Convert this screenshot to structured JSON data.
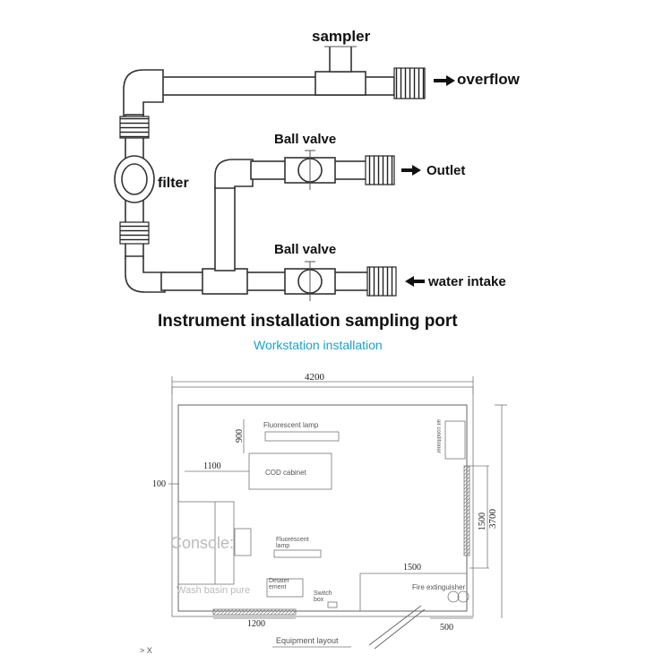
{
  "piping": {
    "labels": {
      "sampler": "sampler",
      "overflow": "overflow",
      "ball_valve_top": "Ball valve",
      "outlet": "Outlet",
      "filter": "filter",
      "ball_valve_bottom": "Ball valve",
      "water_intake": "water intake"
    },
    "caption": "Instrument installation sampling port"
  },
  "section_title": "Workstation installation",
  "floor_plan": {
    "dimensions": {
      "width_total": "4200",
      "height_total": "3700",
      "top_offset": "900",
      "cabinet_offset": "1100",
      "left_offset": "100",
      "right_wall": "1500",
      "lower_right": "1500",
      "bottom_left": "1200",
      "bottom_right": "500"
    },
    "rooms": {
      "fluorescent_lamp_1": "Fluorescent lamp",
      "air_conditioner": "air conditioner",
      "cod_cabinet": "COD cabinet",
      "console": "Console:",
      "fluorescent_lamp_2a": "Fluorescent",
      "fluorescent_lamp_2b": "lamp",
      "wash_basin": "Wash basin pure",
      "water_heater_a": "Detater",
      "water_heater_b": "ement",
      "switch_box_a": "Switch",
      "switch_box_b": "box",
      "fire_extinguisher": "Fire extinguisher"
    },
    "caption": "Equipment layout",
    "corner_mark": "> X"
  }
}
